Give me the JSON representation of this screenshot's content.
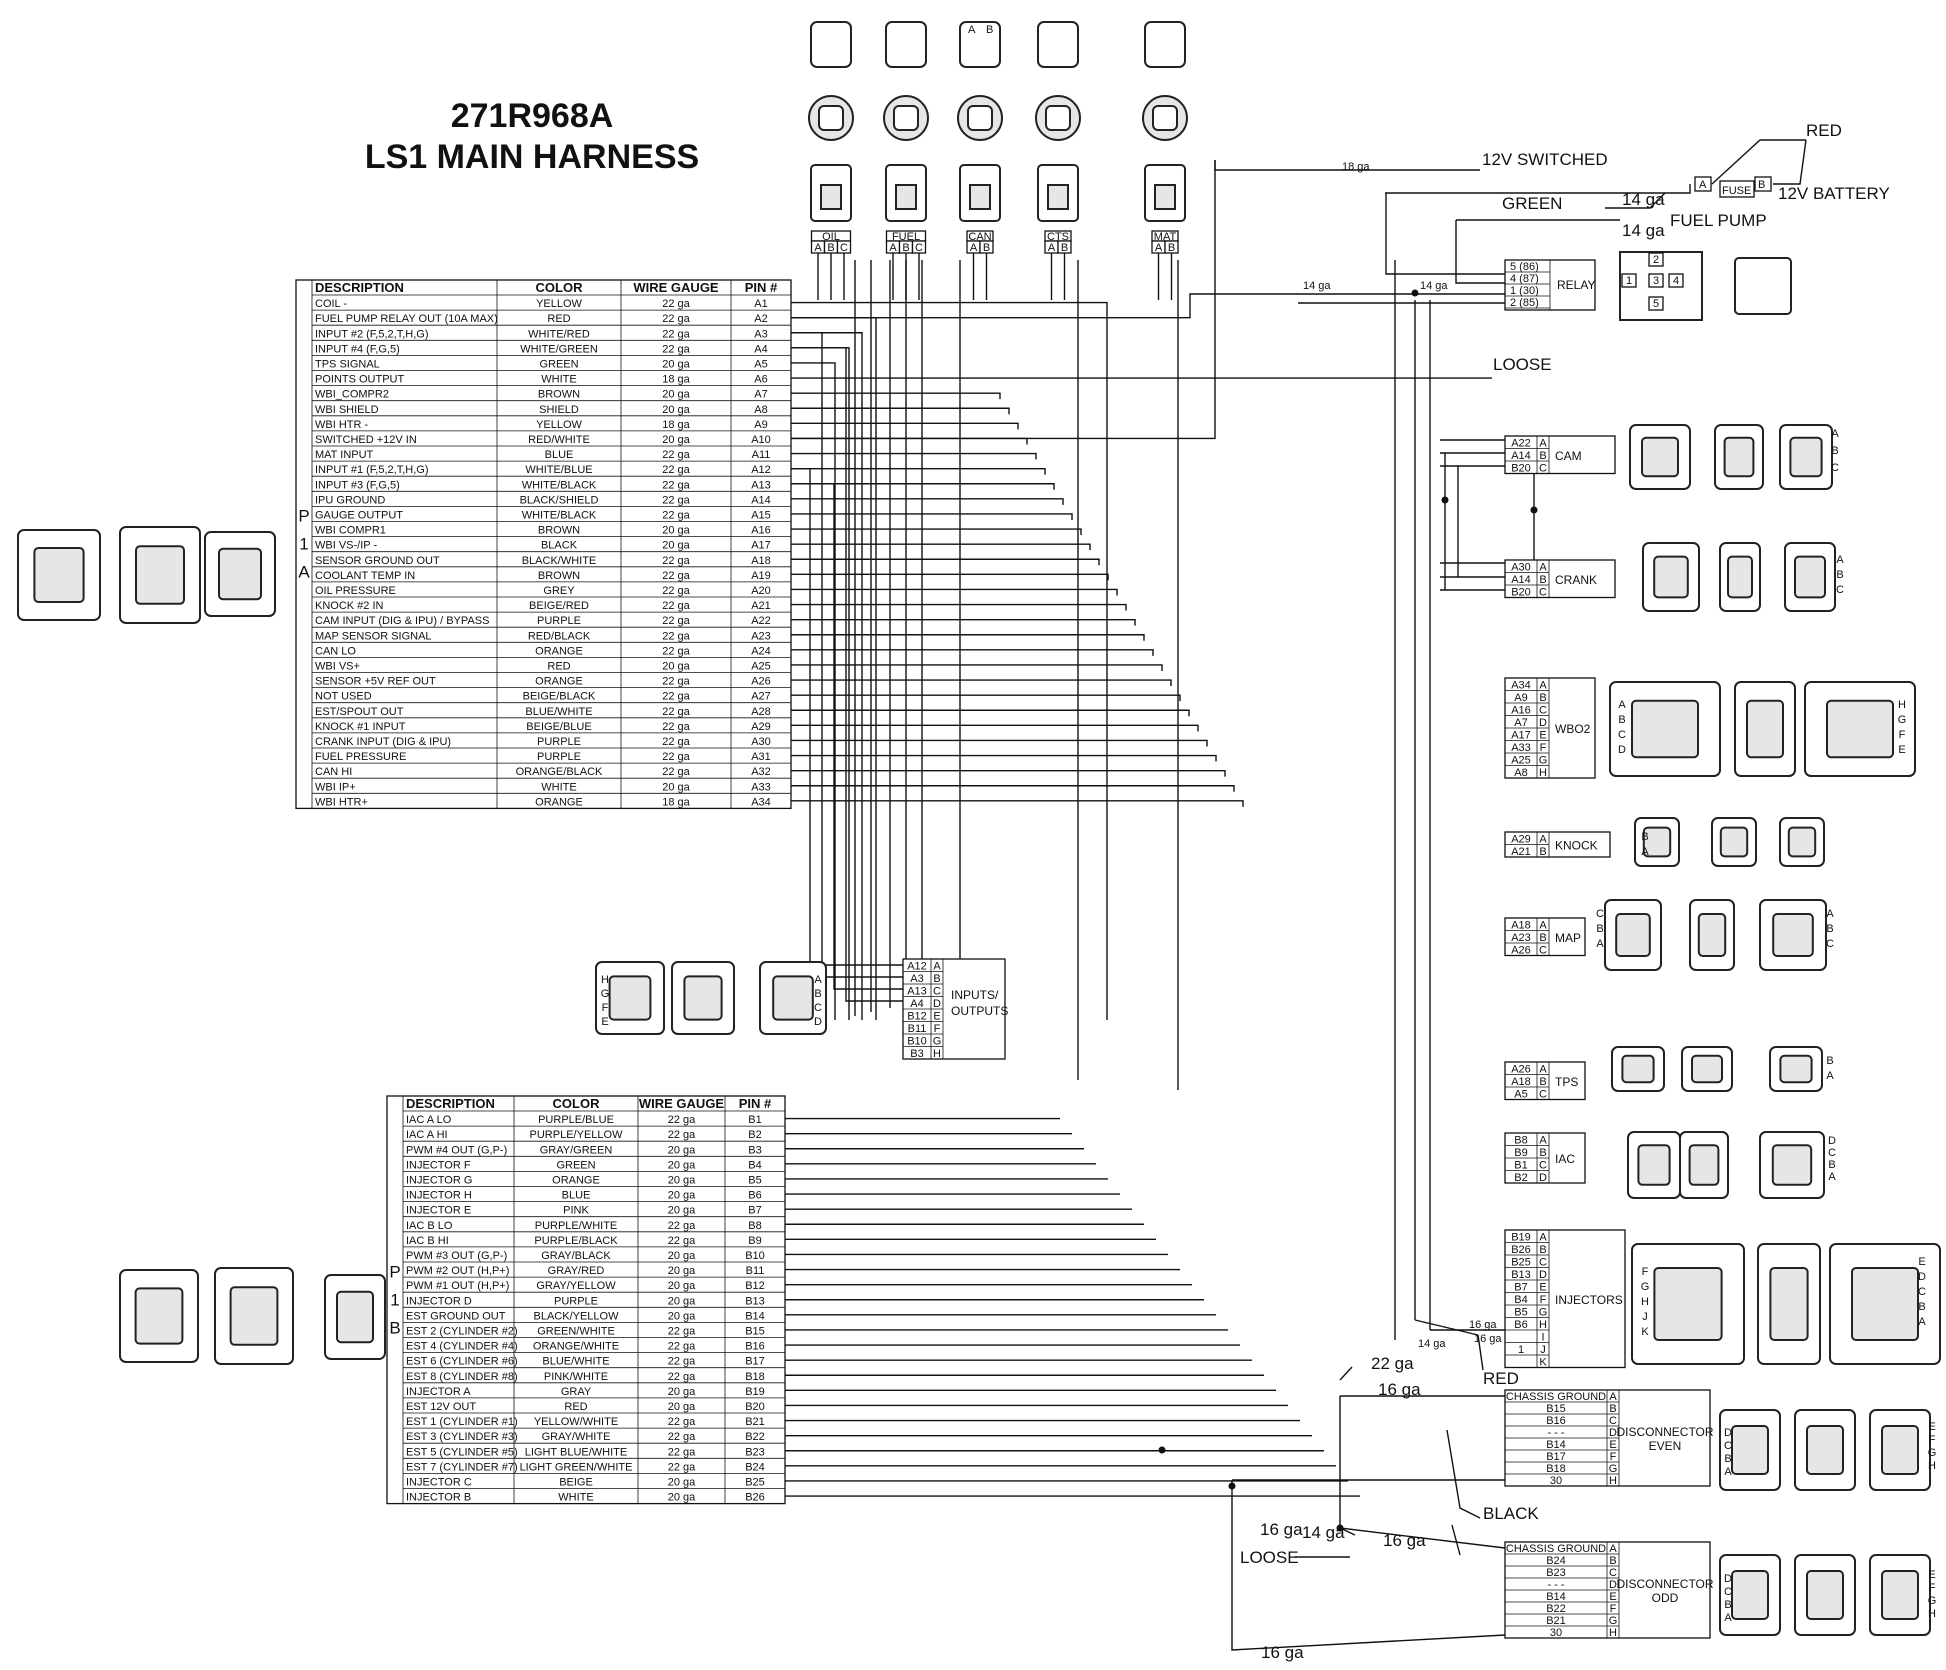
{
  "title": {
    "part_number": "271R968A",
    "name": "LS1 MAIN HARNESS"
  },
  "table_headers": {
    "description": "DESCRIPTION",
    "color": "COLOR",
    "gauge": "WIRE GAUGE",
    "pin": "PIN #"
  },
  "p1a": {
    "side_label": [
      "P",
      "1",
      "A"
    ],
    "rows": [
      [
        "COIL -",
        "YELLOW",
        "22 ga",
        "A1"
      ],
      [
        "FUEL PUMP RELAY OUT (10A MAX)",
        "RED",
        "22 ga",
        "A2"
      ],
      [
        "INPUT #2 (F,5,2,T,H,G)",
        "WHITE/RED",
        "22 ga",
        "A3"
      ],
      [
        "INPUT #4 (F,G,5)",
        "WHITE/GREEN",
        "22 ga",
        "A4"
      ],
      [
        "TPS SIGNAL",
        "GREEN",
        "20 ga",
        "A5"
      ],
      [
        "POINTS OUTPUT",
        "WHITE",
        "18 ga",
        "A6"
      ],
      [
        "WBI_COMPR2",
        "BROWN",
        "20 ga",
        "A7"
      ],
      [
        "WBI SHIELD",
        "SHIELD",
        "20 ga",
        "A8"
      ],
      [
        "WBI HTR -",
        "YELLOW",
        "18 ga",
        "A9"
      ],
      [
        "SWITCHED +12V IN",
        "RED/WHITE",
        "20 ga",
        "A10"
      ],
      [
        "MAT INPUT",
        "BLUE",
        "22 ga",
        "A11"
      ],
      [
        "INPUT #1 (F,5,2,T,H,G)",
        "WHITE/BLUE",
        "22 ga",
        "A12"
      ],
      [
        "INPUT #3 (F,G,5)",
        "WHITE/BLACK",
        "22 ga",
        "A13"
      ],
      [
        "IPU GROUND",
        "BLACK/SHIELD",
        "22 ga",
        "A14"
      ],
      [
        "GAUGE OUTPUT",
        "WHITE/BLACK",
        "22 ga",
        "A15"
      ],
      [
        "WBI COMPR1",
        "BROWN",
        "20 ga",
        "A16"
      ],
      [
        "WBI VS-/IP -",
        "BLACK",
        "20 ga",
        "A17"
      ],
      [
        "SENSOR GROUND OUT",
        "BLACK/WHITE",
        "22 ga",
        "A18"
      ],
      [
        "COOLANT TEMP IN",
        "BROWN",
        "22 ga",
        "A19"
      ],
      [
        "OIL PRESSURE",
        "GREY",
        "22 ga",
        "A20"
      ],
      [
        "KNOCK #2 IN",
        "BEIGE/RED",
        "22 ga",
        "A21"
      ],
      [
        "CAM INPUT (DIG & IPU) / BYPASS",
        "PURPLE",
        "22 ga",
        "A22"
      ],
      [
        "MAP SENSOR SIGNAL",
        "RED/BLACK",
        "22 ga",
        "A23"
      ],
      [
        "CAN LO",
        "ORANGE",
        "22 ga",
        "A24"
      ],
      [
        "WBI VS+",
        "RED",
        "20 ga",
        "A25"
      ],
      [
        "SENSOR +5V REF OUT",
        "ORANGE",
        "22 ga",
        "A26"
      ],
      [
        "NOT USED",
        "BEIGE/BLACK",
        "22 ga",
        "A27"
      ],
      [
        "EST/SPOUT OUT",
        "BLUE/WHITE",
        "22 ga",
        "A28"
      ],
      [
        "KNOCK #1 INPUT",
        "BEIGE/BLUE",
        "22 ga",
        "A29"
      ],
      [
        "CRANK INPUT (DIG & IPU)",
        "PURPLE",
        "22 ga",
        "A30"
      ],
      [
        "FUEL PRESSURE",
        "PURPLE",
        "22 ga",
        "A31"
      ],
      [
        "CAN HI",
        "ORANGE/BLACK",
        "22 ga",
        "A32"
      ],
      [
        "WBI IP+",
        "WHITE",
        "20 ga",
        "A33"
      ],
      [
        "WBI HTR+",
        "ORANGE",
        "18 ga",
        "A34"
      ]
    ]
  },
  "p1b": {
    "side_label": [
      "P",
      "1",
      "B"
    ],
    "rows": [
      [
        "IAC A LO",
        "PURPLE/BLUE",
        "22 ga",
        "B1"
      ],
      [
        "IAC A HI",
        "PURPLE/YELLOW",
        "22 ga",
        "B2"
      ],
      [
        "PWM #4 OUT (G,P-)",
        "GRAY/GREEN",
        "20 ga",
        "B3"
      ],
      [
        "INJECTOR F",
        "GREEN",
        "20 ga",
        "B4"
      ],
      [
        "INJECTOR G",
        "ORANGE",
        "20 ga",
        "B5"
      ],
      [
        "INJECTOR H",
        "BLUE",
        "20 ga",
        "B6"
      ],
      [
        "INJECTOR E",
        "PINK",
        "20 ga",
        "B7"
      ],
      [
        "IAC B LO",
        "PURPLE/WHITE",
        "22 ga",
        "B8"
      ],
      [
        "IAC B HI",
        "PURPLE/BLACK",
        "22 ga",
        "B9"
      ],
      [
        "PWM #3 OUT (G,P-)",
        "GRAY/BLACK",
        "20 ga",
        "B10"
      ],
      [
        "PWM #2 OUT (H,P+)",
        "GRAY/RED",
        "20 ga",
        "B11"
      ],
      [
        "PWM #1 OUT (H,P+)",
        "GRAY/YELLOW",
        "20 ga",
        "B12"
      ],
      [
        "INJECTOR D",
        "PURPLE",
        "20 ga",
        "B13"
      ],
      [
        "EST GROUND OUT",
        "BLACK/YELLOW",
        "20 ga",
        "B14"
      ],
      [
        "EST 2 (CYLINDER #2)",
        "GREEN/WHITE",
        "22 ga",
        "B15"
      ],
      [
        "EST 4 (CYLINDER #4)",
        "ORANGE/WHITE",
        "22 ga",
        "B16"
      ],
      [
        "EST 6 (CYLINDER #6)",
        "BLUE/WHITE",
        "22 ga",
        "B17"
      ],
      [
        "EST 8 (CYLINDER #8)",
        "PINK/WHITE",
        "22 ga",
        "B18"
      ],
      [
        "INJECTOR A",
        "GRAY",
        "20 ga",
        "B19"
      ],
      [
        "EST 12V OUT",
        "RED",
        "20 ga",
        "B20"
      ],
      [
        "EST 1 (CYLINDER #1)",
        "YELLOW/WHITE",
        "22 ga",
        "B21"
      ],
      [
        "EST 3 (CYLINDER #3)",
        "GRAY/WHITE",
        "22 ga",
        "B22"
      ],
      [
        "EST 5 (CYLINDER #5)",
        "LIGHT BLUE/WHITE",
        "22 ga",
        "B23"
      ],
      [
        "EST 7 (CYLINDER #7)",
        "LIGHT GREEN/WHITE",
        "22 ga",
        "B24"
      ],
      [
        "INJECTOR C",
        "BEIGE",
        "20 ga",
        "B25"
      ],
      [
        "INJECTOR B",
        "WHITE",
        "20 ga",
        "B26"
      ]
    ]
  },
  "top_connectors": [
    {
      "name": "OIL",
      "pins": [
        "A",
        "B",
        "C"
      ]
    },
    {
      "name": "FUEL",
      "pins": [
        "A",
        "B",
        "C"
      ]
    },
    {
      "name": "CAN",
      "pins": [
        "A",
        "B"
      ]
    },
    {
      "name": "CTS",
      "pins": [
        "A",
        "B"
      ]
    },
    {
      "name": "MAT",
      "pins": [
        "A",
        "B"
      ]
    }
  ],
  "can_letters": [
    "A",
    "B"
  ],
  "power": {
    "switched": "12V SWITCHED",
    "gauge18": "18 ga",
    "red": "RED",
    "fuse": "FUSE",
    "fuse_a": "A",
    "fuse_b": "B",
    "battery": "12V BATTERY",
    "green": "GREEN",
    "ga14a": "14 ga",
    "ga14b": "14 ga",
    "fuel_pump": "FUEL PUMP",
    "ga14c": "14 ga",
    "ga14d": "14 ga",
    "loose": "LOOSE"
  },
  "relay": {
    "name": "RELAY",
    "pins": [
      "5 (86)",
      "4 (87)",
      "1 (30)",
      "2 (85)"
    ],
    "face": [
      "2",
      "1",
      "3",
      "4",
      "5"
    ]
  },
  "right_connectors": [
    {
      "name": "CAM",
      "pins": [
        [
          "A22",
          "A"
        ],
        [
          "A14",
          "B"
        ],
        [
          "B20",
          "C"
        ]
      ]
    },
    {
      "name": "CRANK",
      "pins": [
        [
          "A30",
          "A"
        ],
        [
          "A14",
          "B"
        ],
        [
          "B20",
          "C"
        ]
      ]
    },
    {
      "name": "WBO2",
      "pins": [
        [
          "A34",
          "A"
        ],
        [
          "A9",
          "B"
        ],
        [
          "A16",
          "C"
        ],
        [
          "A7",
          "D"
        ],
        [
          "A17",
          "E"
        ],
        [
          "A33",
          "F"
        ],
        [
          "A25",
          "G"
        ],
        [
          "A8",
          "H"
        ]
      ]
    },
    {
      "name": "KNOCK",
      "pins": [
        [
          "A29",
          "A"
        ],
        [
          "A21",
          "B"
        ]
      ]
    },
    {
      "name": "MAP",
      "pins": [
        [
          "A18",
          "A"
        ],
        [
          "A23",
          "B"
        ],
        [
          "A26",
          "C"
        ]
      ]
    },
    {
      "name": "TPS",
      "pins": [
        [
          "A26",
          "A"
        ],
        [
          "A18",
          "B"
        ],
        [
          "A5",
          "C"
        ]
      ]
    },
    {
      "name": "IAC",
      "pins": [
        [
          "B8",
          "A"
        ],
        [
          "B9",
          "B"
        ],
        [
          "B1",
          "C"
        ],
        [
          "B2",
          "D"
        ]
      ]
    },
    {
      "name": "INJECTORS",
      "pins": [
        [
          "B19",
          "A"
        ],
        [
          "B26",
          "B"
        ],
        [
          "B25",
          "C"
        ],
        [
          "B13",
          "D"
        ],
        [
          "B7",
          "E"
        ],
        [
          "B4",
          "F"
        ],
        [
          "B5",
          "G"
        ],
        [
          "B6",
          "H"
        ],
        [
          "",
          "I"
        ],
        [
          "1",
          "J"
        ],
        [
          "",
          "K"
        ]
      ]
    }
  ],
  "io": {
    "name_lines": [
      "INPUTS/",
      "OUTPUTS"
    ],
    "pins": [
      [
        "A12",
        "A"
      ],
      [
        "A3",
        "B"
      ],
      [
        "A13",
        "C"
      ],
      [
        "A4",
        "D"
      ],
      [
        "B12",
        "E"
      ],
      [
        "B11",
        "F"
      ],
      [
        "B10",
        "G"
      ],
      [
        "B3",
        "H"
      ]
    ]
  },
  "disc_even": {
    "name_lines": [
      "DISCONNECTOR",
      "EVEN"
    ],
    "pins": [
      [
        "CHASSIS GROUND",
        "A"
      ],
      [
        "B15",
        "B"
      ],
      [
        "B16",
        "C"
      ],
      [
        "- - -",
        "D"
      ],
      [
        "B14",
        "E"
      ],
      [
        "B17",
        "F"
      ],
      [
        "B18",
        "G"
      ],
      [
        "30",
        "H"
      ]
    ]
  },
  "disc_odd": {
    "name_lines": [
      "DISCONNECTOR",
      "ODD"
    ],
    "pins": [
      [
        "CHASSIS GROUND",
        "A"
      ],
      [
        "B24",
        "B"
      ],
      [
        "B23",
        "C"
      ],
      [
        "- - -",
        "D"
      ],
      [
        "B14",
        "E"
      ],
      [
        "B22",
        "F"
      ],
      [
        "B21",
        "G"
      ],
      [
        "30",
        "H"
      ]
    ]
  },
  "ground_labels": {
    "g22": "22 ga",
    "g16a": "16 ga",
    "g16b": "16 ga",
    "g16c": "16 ga",
    "g16d": "16 ga",
    "g14": "14 ga",
    "loose": "LOOSE",
    "black": "BLACK",
    "red": "RED",
    "inj16a": "16 ga",
    "inj16b": "16 ga",
    "inj14": "14 ga"
  },
  "pin_letters": {
    "wbo2_left": [
      "A",
      "B",
      "C",
      "D"
    ],
    "wbo2_right": [
      "H",
      "G",
      "F",
      "E"
    ],
    "io_left": [
      "H",
      "G",
      "F",
      "E"
    ],
    "io_right": [
      "A",
      "B",
      "C",
      "D"
    ],
    "inj_left": [
      "F",
      "G",
      "H",
      "J",
      "K"
    ],
    "inj_right": [
      "E",
      "D",
      "C",
      "B",
      "A"
    ],
    "cam": [
      "A",
      "B",
      "C"
    ],
    "crank": [
      "A",
      "B",
      "C"
    ],
    "knock": [
      "B",
      "A"
    ],
    "map_left": [
      "C",
      "B",
      "A"
    ],
    "map_right": [
      "A",
      "B",
      "C"
    ],
    "tps": [
      "B",
      "A"
    ],
    "iac": [
      "D",
      "C",
      "B",
      "A"
    ],
    "dc_left": [
      "D",
      "C",
      "B",
      "A"
    ],
    "dc_right": [
      "E",
      "F",
      "G",
      "H"
    ]
  }
}
